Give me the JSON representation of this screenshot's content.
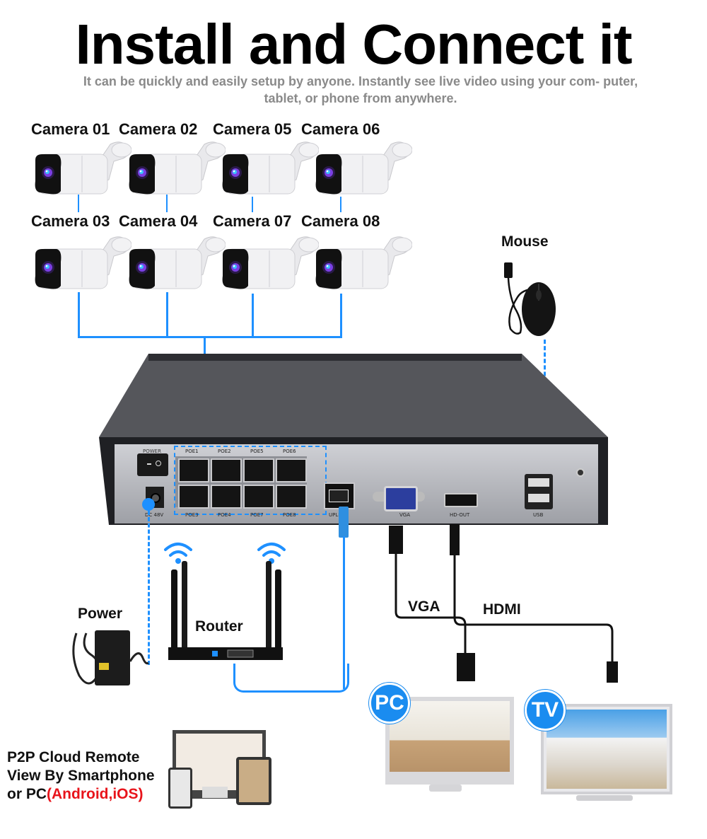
{
  "header": {
    "title": "Install and Connect it",
    "subtitle": "It can be quickly and easily setup by anyone. Instantly see live video using your com- puter, tablet, or phone from anywhere."
  },
  "cameras": {
    "row1_labels": [
      "Camera 01",
      "Camera 02",
      "Camera 05",
      "Camera 06"
    ],
    "row2_labels": [
      "Camera 03",
      "Camera 04",
      "Camera 07",
      "Camera 08"
    ]
  },
  "devices": {
    "mouse": "Mouse",
    "power": "Power",
    "router": "Router",
    "vga_cable": "VGA",
    "hdmi_cable": "HDMI",
    "pc_badge": "PC",
    "tv_badge": "TV"
  },
  "nvr": {
    "power_switch_label": "POWER",
    "dc_label": "DC 48V",
    "poe_top": [
      "POE1",
      "POE2",
      "POE5",
      "POE6"
    ],
    "poe_bottom": [
      "POE3",
      "POE4",
      "POE7",
      "POE8"
    ],
    "uplink_label": "UPLINK",
    "vga_label": "VGA",
    "hdmi_label": "HD-OUT",
    "usb_label": "USB"
  },
  "p2p": {
    "line1": "P2P Cloud Remote",
    "line2": "View By Smartphone",
    "line3_prefix": "or PC",
    "line3_highlight": "(Android,iOS)"
  },
  "colors": {
    "accent_blue": "#1e90ff",
    "highlight_red": "#e8141b",
    "subtitle_gray": "#8a8a8a"
  }
}
